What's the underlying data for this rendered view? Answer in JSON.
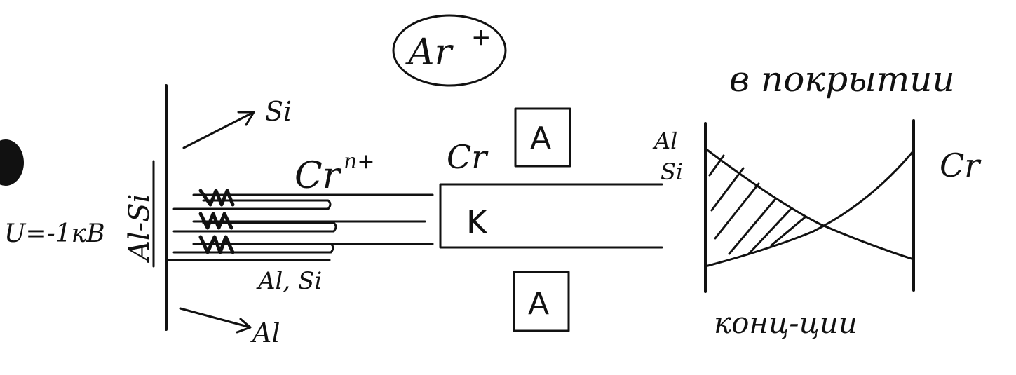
{
  "ion_label": "Ar",
  "ion_charge": "+",
  "voltage_label": "U=-1кВ",
  "target_label": "Al-Si",
  "sputtered_si_label": "Si",
  "sputtered_al_label": "Al",
  "cr_ion_label": "Cr",
  "cr_ion_charge": "n+",
  "al_si_bottom_label": "Al, Si",
  "cr_label_left": "Cr",
  "anode_top_label": "A",
  "cathode_label": "K",
  "anode_bottom_label": "A",
  "al_label_right": "Al",
  "si_label_right": "Si",
  "coating_label": "в покрытии",
  "cr_label_graph": "Cr",
  "concentration_label": "конц-ции",
  "ink_color": "#111111"
}
